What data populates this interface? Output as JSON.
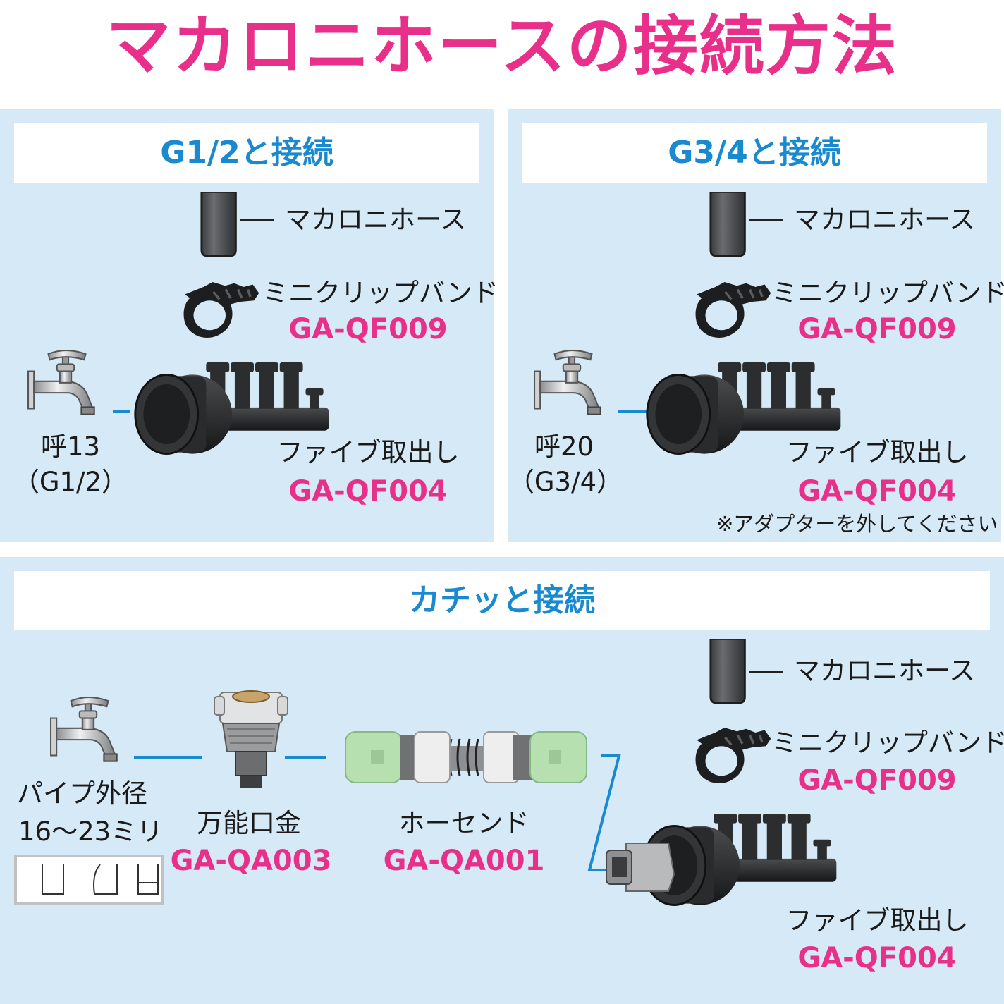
{
  "title": "マカロニホースの接続方法",
  "colors": {
    "accent_pink": "#e8308a",
    "accent_blue": "#1a8ad0",
    "panel_bg": "#d6e9f6"
  },
  "panel1": {
    "header": "G1/2と接続",
    "hose_label": "マカロニホース",
    "clip_label": "ミニクリップバンド",
    "clip_code": "GA-QF009",
    "faucet_size": "呼13",
    "faucet_thread": "（G1/2）",
    "manifold_label": "ファイブ取出し",
    "manifold_code": "GA-QF004"
  },
  "panel2": {
    "header": "G3/4と接続",
    "hose_label": "マカロニホース",
    "clip_label": "ミニクリップバンド",
    "clip_code": "GA-QF009",
    "faucet_size": "呼20",
    "faucet_thread": "（G3/4）",
    "manifold_label": "ファイブ取出し",
    "manifold_code": "GA-QF004",
    "note": "※アダプターを外してください"
  },
  "panel3": {
    "header": "カチッと接続",
    "pipe_label_1": "パイプ外径",
    "pipe_label_2": "16～23ミリ",
    "adapter_label": "万能口金",
    "adapter_code": "GA-QA003",
    "hoseend_label": "ホーセンド",
    "hoseend_code": "GA-QA001",
    "hose_label": "マカロニホース",
    "clip_label": "ミニクリップバンド",
    "clip_code": "GA-QF009",
    "manifold_label": "ファイブ取出し",
    "manifold_code": "GA-QF004"
  }
}
